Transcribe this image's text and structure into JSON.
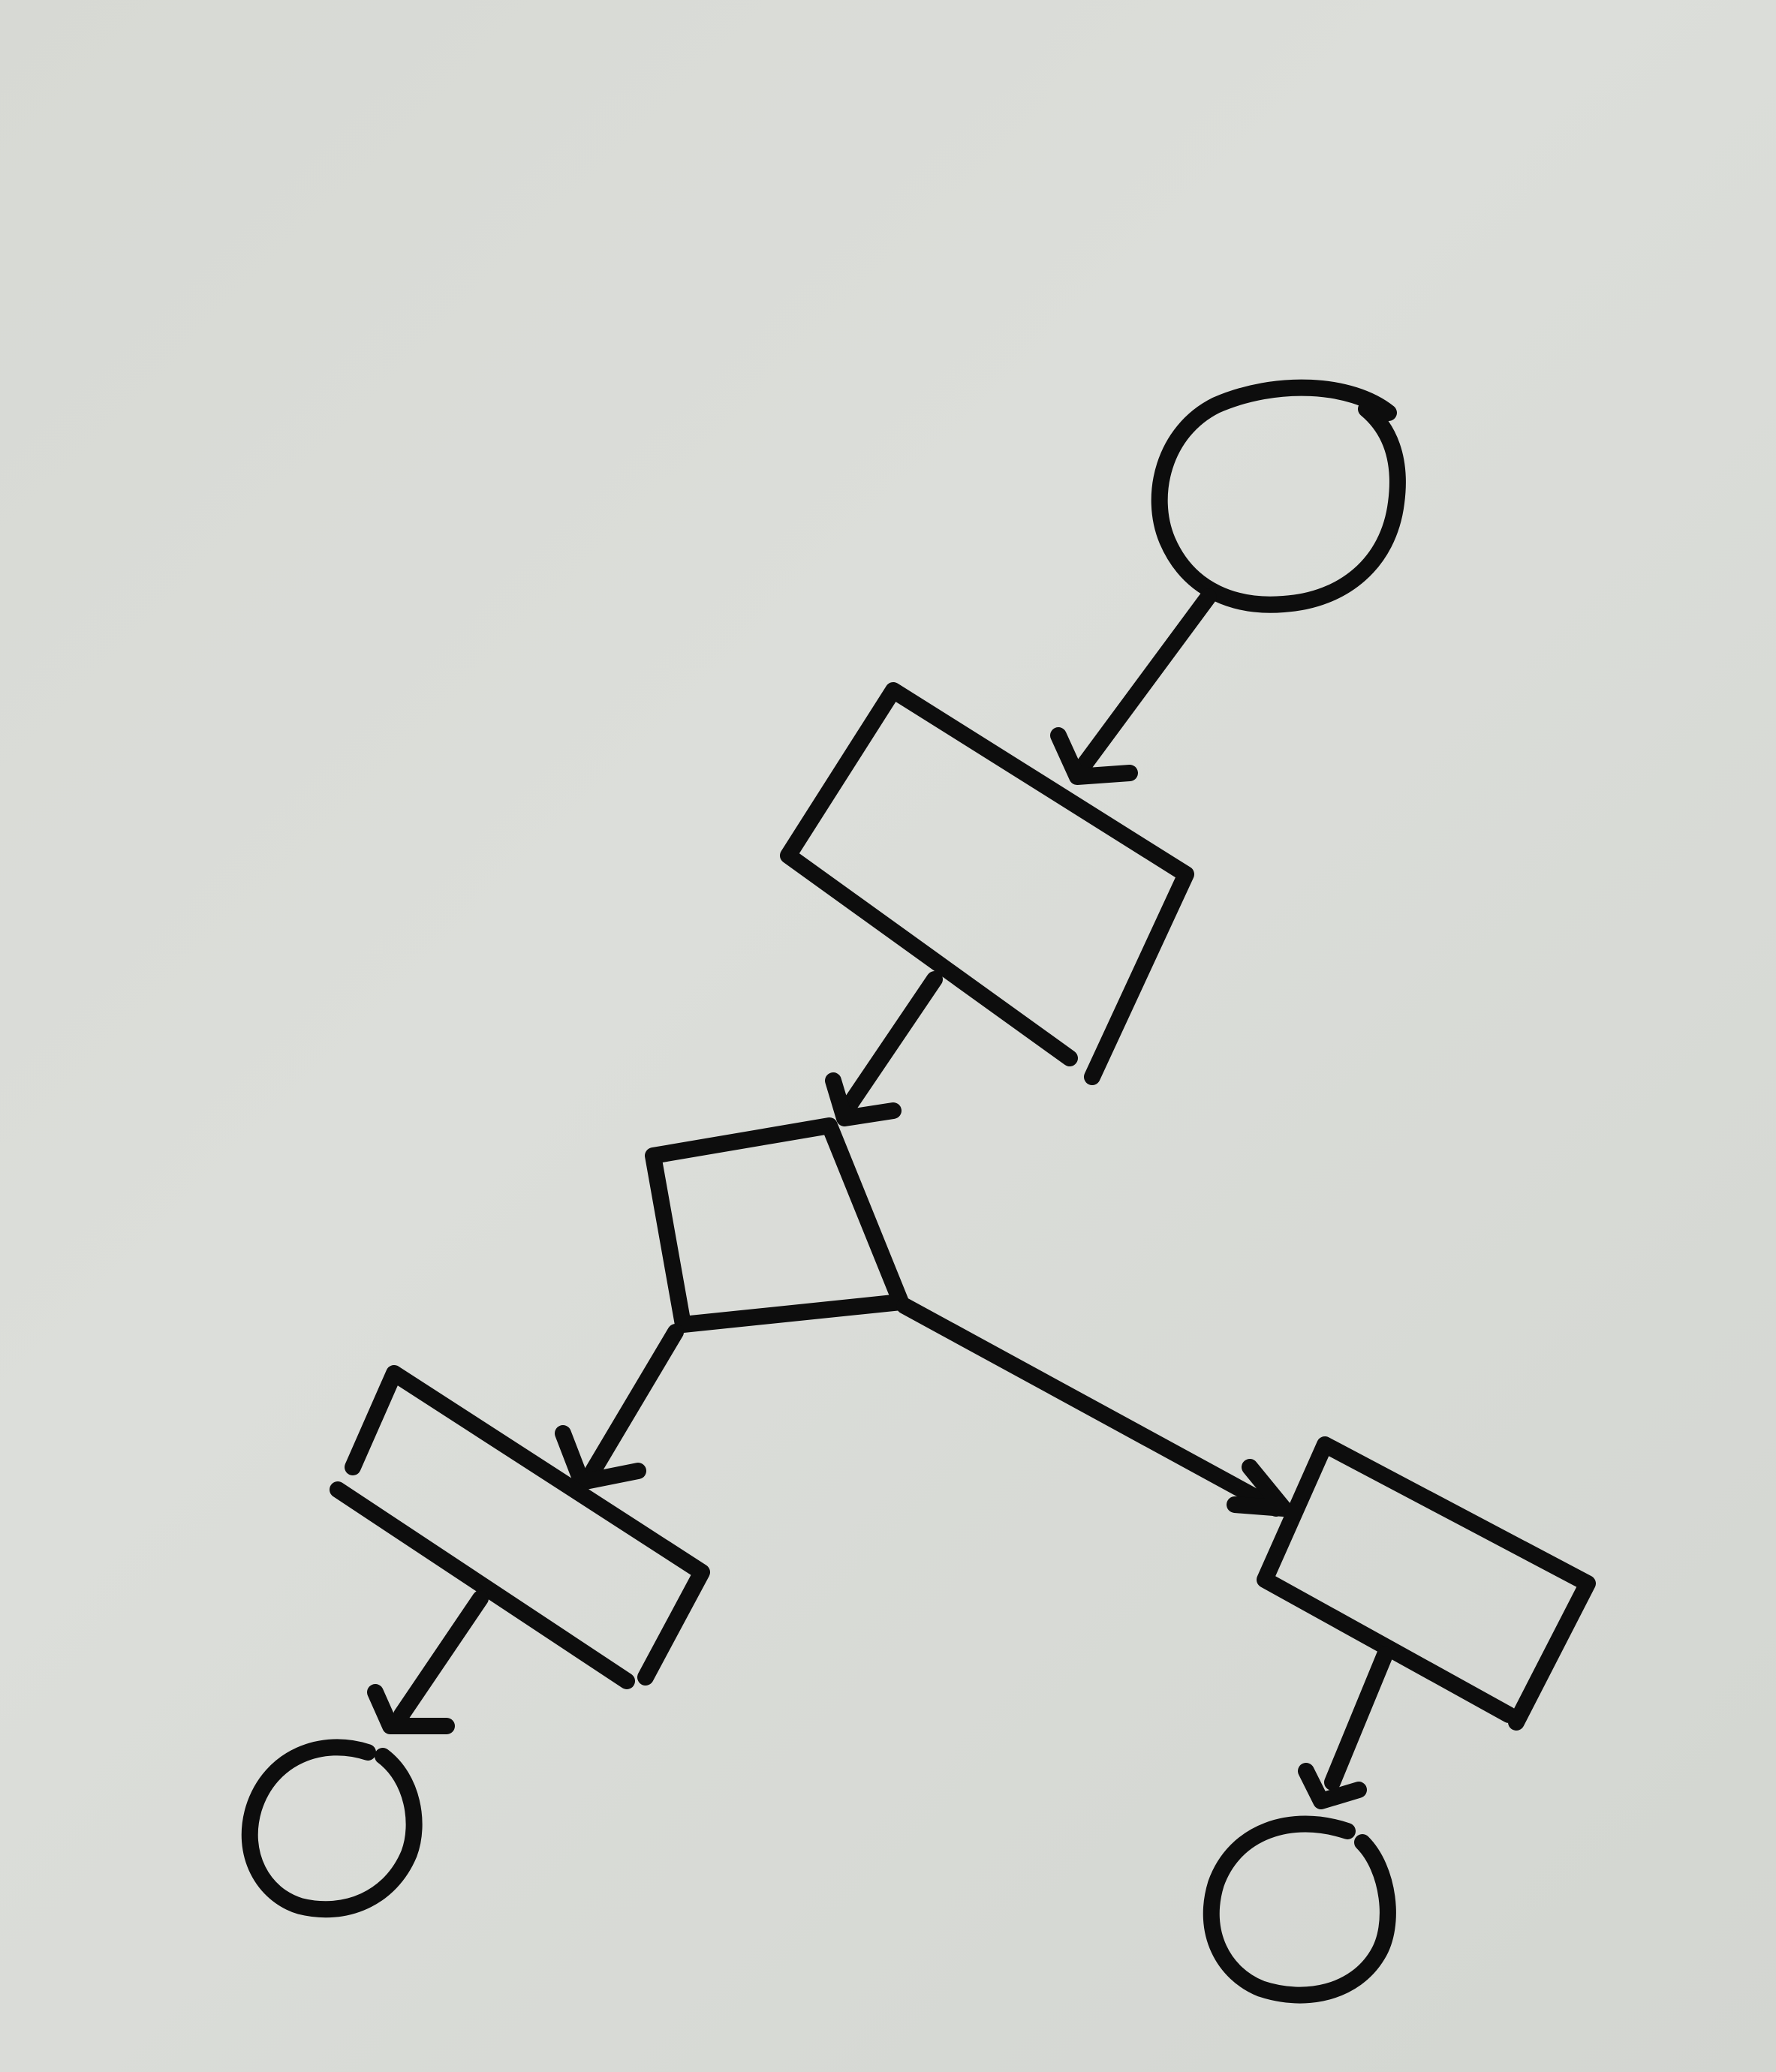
{
  "diagram": {
    "kind": "hand-drawn flowchart",
    "ink_color": "#0d0d0d",
    "paper_color": "#d9dcd7",
    "nodes": [
      {
        "id": "start",
        "shape": "circle",
        "label": ""
      },
      {
        "id": "process-1",
        "shape": "rectangle",
        "label": ""
      },
      {
        "id": "decision",
        "shape": "diamond",
        "label": ""
      },
      {
        "id": "process-left",
        "shape": "rectangle",
        "label": ""
      },
      {
        "id": "process-right",
        "shape": "rectangle",
        "label": ""
      },
      {
        "id": "end-left",
        "shape": "circle",
        "label": ""
      },
      {
        "id": "end-right",
        "shape": "circle",
        "label": ""
      }
    ],
    "edges": [
      {
        "from": "start",
        "to": "process-1"
      },
      {
        "from": "process-1",
        "to": "decision"
      },
      {
        "from": "decision",
        "to": "process-left"
      },
      {
        "from": "decision",
        "to": "process-right"
      },
      {
        "from": "process-left",
        "to": "end-left"
      },
      {
        "from": "process-right",
        "to": "end-right"
      }
    ]
  }
}
